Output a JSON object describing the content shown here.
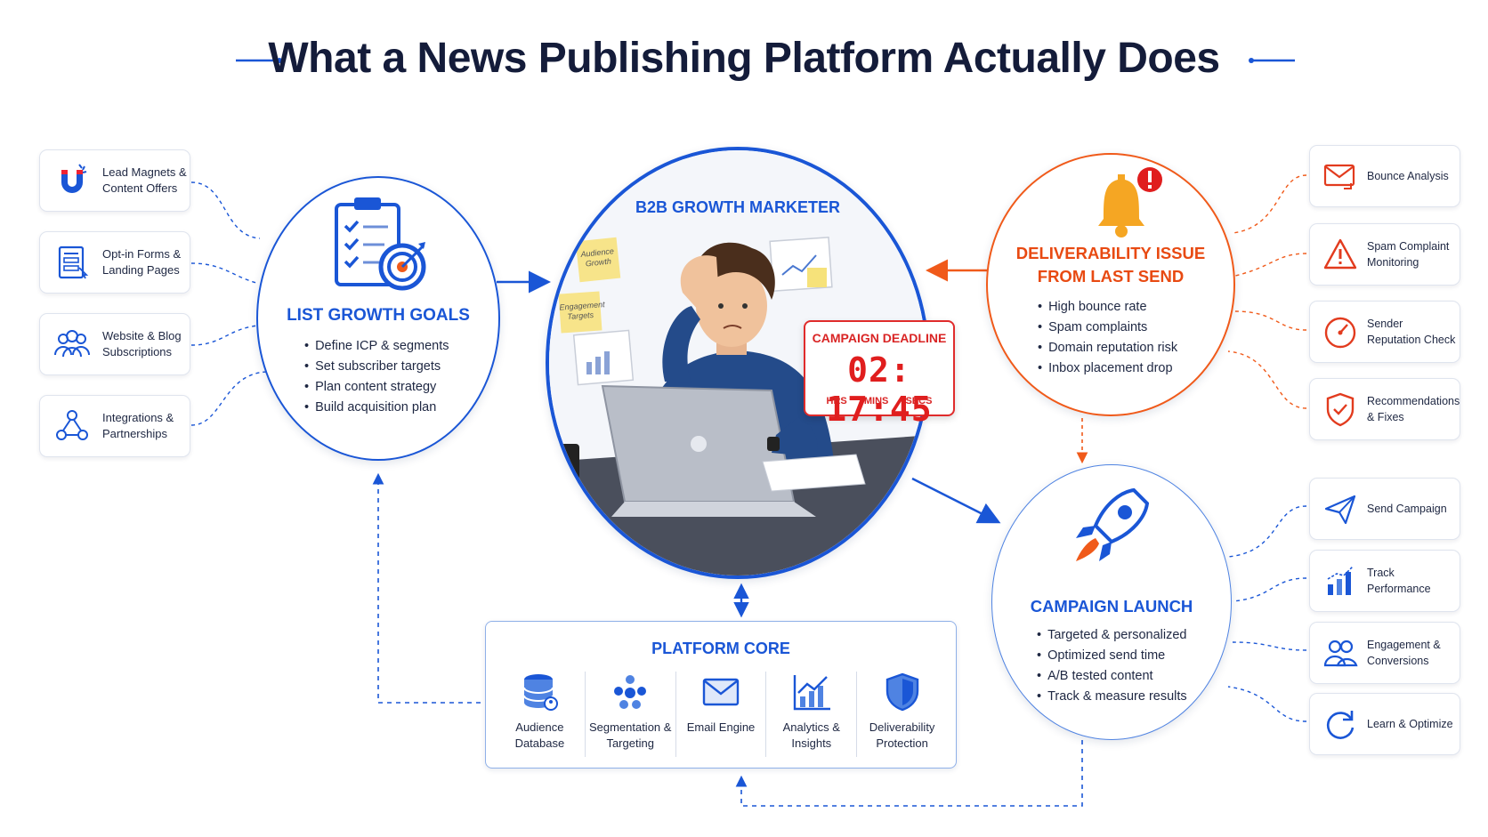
{
  "title": "What a News Publishing Platform Actually Does",
  "left_sources": [
    {
      "label": "Lead Magnets & Content Offers",
      "icon": "magnet-icon"
    },
    {
      "label": "Opt-in Forms & Landing Pages",
      "icon": "form-icon"
    },
    {
      "label": "Website & Blog Subscriptions",
      "icon": "people-icon"
    },
    {
      "label": "Integrations & Partnerships",
      "icon": "network-icon"
    }
  ],
  "goals": {
    "title": "LIST GROWTH GOALS",
    "icon": "clipboard-target-icon",
    "bullets": [
      "Define ICP & segments",
      "Set subscriber targets",
      "Plan content strategy",
      "Build acquisition plan"
    ]
  },
  "marketer": {
    "title": "B2B GROWTH MARKETER",
    "notes": [
      "Audience Growth",
      "Engagement Targets"
    ],
    "deadline": {
      "title": "CAMPAIGN DEADLINE",
      "time": "02: 17:45",
      "units": [
        "HRS",
        "MINS",
        "SECS"
      ]
    }
  },
  "deliverability": {
    "title_line1": "DELIVERABILITY ISSUE",
    "title_line2": "FROM LAST SEND",
    "icon": "bell-alert-icon",
    "bullets": [
      "High bounce rate",
      "Spam complaints",
      "Domain reputation risk",
      "Inbox placement drop"
    ]
  },
  "right_tools_top": [
    {
      "label": "Bounce Analysis",
      "icon": "envelope-bounce-icon"
    },
    {
      "label": "Spam Complaint Monitoring",
      "icon": "warning-icon"
    },
    {
      "label": "Sender Reputation Check",
      "icon": "gauge-icon"
    },
    {
      "label": "Recommendations & Fixes",
      "icon": "shield-check-icon"
    }
  ],
  "launch": {
    "title": "CAMPAIGN LAUNCH",
    "icon": "rocket-icon",
    "bullets": [
      "Targeted & personalized",
      "Optimized send time",
      "A/B tested content",
      "Track & measure results"
    ]
  },
  "right_tools_bottom": [
    {
      "label": "Send Campaign",
      "icon": "paper-plane-icon"
    },
    {
      "label": "Track Performance",
      "icon": "bar-chart-icon"
    },
    {
      "label": "Engagement & Conversions",
      "icon": "users-icon"
    },
    {
      "label": "Learn & Optimize",
      "icon": "refresh-icon"
    }
  ],
  "core": {
    "title": "PLATFORM CORE",
    "items": [
      {
        "label": "Audience Database",
        "icon": "database-icon"
      },
      {
        "label": "Segmentation & Targeting",
        "icon": "segment-icon"
      },
      {
        "label": "Email Engine",
        "icon": "email-icon"
      },
      {
        "label": "Analytics & Insights",
        "icon": "analytics-icon"
      },
      {
        "label": "Deliverability Protection",
        "icon": "shield-icon"
      }
    ]
  },
  "colors": {
    "blue": "#1a56d6",
    "orange": "#f05a1a",
    "red": "#e01e1e"
  }
}
